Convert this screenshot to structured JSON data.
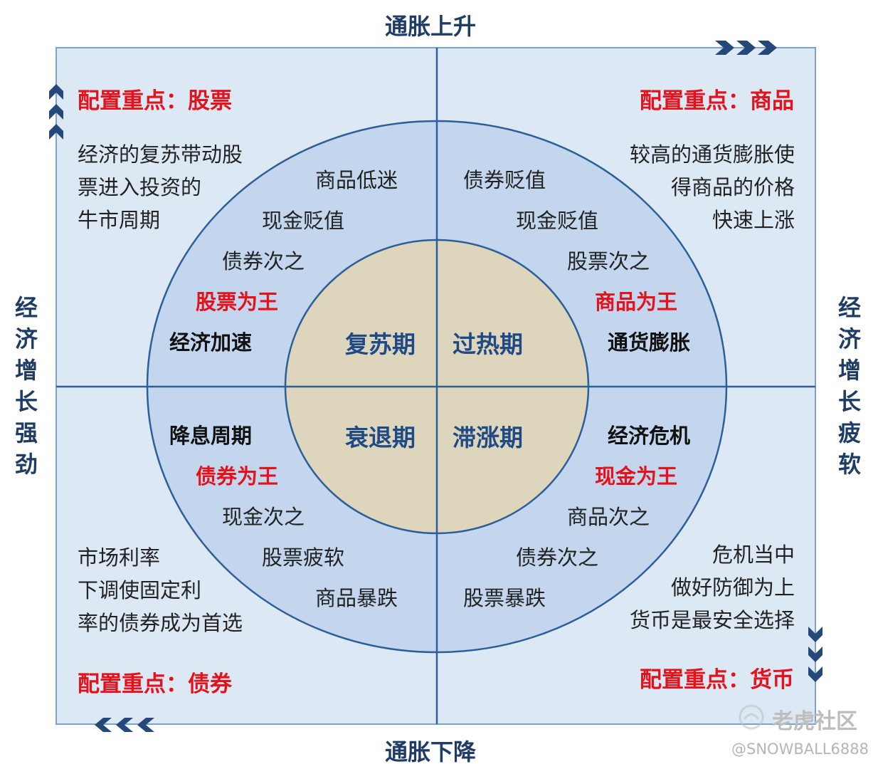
{
  "axes": {
    "top": "通胀上升",
    "bottom": "通胀下降",
    "left": [
      "经",
      "济",
      "增",
      "长",
      "强",
      "劲"
    ],
    "right": [
      "经",
      "济",
      "增",
      "长",
      "疲",
      "软"
    ]
  },
  "quadrants": {
    "top_left": {
      "focus": "配置重点：股票",
      "desc": [
        "经济的复苏带动股",
        "票进入投资的",
        "牛市周期"
      ],
      "ring": [
        "商品低迷",
        "现金贬值",
        "债券次之"
      ],
      "king": "股票为王",
      "state": "经济加速",
      "phase": "复苏期"
    },
    "top_right": {
      "focus": "配置重点：商品",
      "desc": [
        "较高的通货膨胀使",
        "得商品的价格",
        "快速上涨"
      ],
      "ring": [
        "债券贬值",
        "现金贬值",
        "股票次之"
      ],
      "king": "商品为王",
      "state": "通货膨胀",
      "phase": "过热期"
    },
    "bottom_left": {
      "focus": "配置重点：债券",
      "desc": [
        "市场利率",
        "下调使固定利",
        "率的债券成为首选"
      ],
      "ring": [
        "现金次之",
        "股票疲软",
        "商品暴跌"
      ],
      "king": "债券为王",
      "state": "降息周期",
      "phase": "衰退期"
    },
    "bottom_right": {
      "focus": "配置重点：货币",
      "desc": [
        "危机当中",
        "做好防御为上",
        "货币是最安全选择"
      ],
      "ring": [
        "商品次之",
        "债券次之",
        "股票暴跌"
      ],
      "king": "现金为王",
      "state": "经济危机",
      "phase": "滞涨期"
    }
  },
  "watermark": {
    "brand": "老虎社区",
    "handle": "@SNOWBALL6888"
  },
  "colors": {
    "square_bg": "#dde8f5",
    "outer_ring": "#c3d6ee",
    "inner_circle": "#ddd6bd",
    "lines": "#2c5f9a",
    "accent_red": "#e3121b",
    "arrow_blue": "#24487a"
  }
}
